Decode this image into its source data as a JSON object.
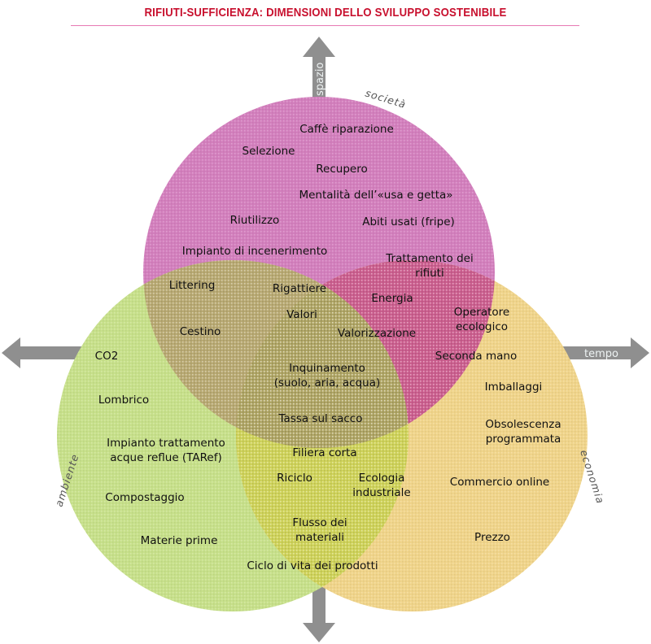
{
  "title": "RIFIUTI-SUFFICIENZA: DIMENSIONI DELLO SVILUPPO SOSTENIBILE",
  "colors": {
    "title": "#c8102e",
    "rule": "#e77ab3",
    "society": "#d37fbd",
    "environment": "#c7e08a",
    "economy": "#f0d48a",
    "society_environment": "#b9aa73",
    "society_economy": "#cc5f8f",
    "environment_economy": "#cfd35a",
    "center": "#b1a766",
    "arrow": "#8f8f8f"
  },
  "axes": {
    "up": {
      "icon": "arrow-up-icon",
      "label": "spazio"
    },
    "left": {
      "icon": "arrow-left-icon",
      "label": ""
    },
    "right": {
      "icon": "arrow-right-icon",
      "label": "tempo"
    },
    "down": {
      "icon": "arrow-down-icon",
      "label": ""
    }
  },
  "dimensions": {
    "society": "società",
    "environment": "ambiente",
    "economy": "economia"
  },
  "items": [
    {
      "lines": [
        "Caffè riparazione"
      ],
      "set": "society"
    },
    {
      "lines": [
        "Selezione"
      ],
      "set": "society"
    },
    {
      "lines": [
        "Recupero"
      ],
      "set": "society"
    },
    {
      "lines": [
        "Mentalità dell’«usa e getta»"
      ],
      "set": "society"
    },
    {
      "lines": [
        "Riutilizzo"
      ],
      "set": "society"
    },
    {
      "lines": [
        "Abiti usati (fripe)"
      ],
      "set": "society"
    },
    {
      "lines": [
        "Impianto di incenerimento"
      ],
      "set": "society"
    },
    {
      "lines": [
        "Trattamento dei",
        "rifiuti"
      ],
      "set": "society"
    },
    {
      "lines": [
        "Littering"
      ],
      "set": "society-environment"
    },
    {
      "lines": [
        "Rigattiere"
      ],
      "set": "society-environment"
    },
    {
      "lines": [
        "Energia"
      ],
      "set": "society-economy"
    },
    {
      "lines": [
        "Valori"
      ],
      "set": "society-environment"
    },
    {
      "lines": [
        "Cestino"
      ],
      "set": "society-environment"
    },
    {
      "lines": [
        "Valorizzazione"
      ],
      "set": "society-economy"
    },
    {
      "lines": [
        "Operatore",
        "ecologico"
      ],
      "set": "society-economy"
    },
    {
      "lines": [
        "CO2"
      ],
      "set": "environment"
    },
    {
      "lines": [
        "Seconda mano"
      ],
      "set": "society-economy"
    },
    {
      "lines": [
        "Inquinamento",
        "(suolo, aria, acqua)"
      ],
      "set": "all"
    },
    {
      "lines": [
        "Imballaggi"
      ],
      "set": "economy"
    },
    {
      "lines": [
        "Lombrico"
      ],
      "set": "environment"
    },
    {
      "lines": [
        "Tassa sul sacco"
      ],
      "set": "all"
    },
    {
      "lines": [
        "Obsolescenza",
        "programmata"
      ],
      "set": "economy"
    },
    {
      "lines": [
        "Impianto trattamento",
        "acque reflue (TARef)"
      ],
      "set": "environment"
    },
    {
      "lines": [
        "Filiera corta"
      ],
      "set": "environment-economy"
    },
    {
      "lines": [
        "Riciclo"
      ],
      "set": "environment-economy"
    },
    {
      "lines": [
        "Ecologia",
        "industriale"
      ],
      "set": "environment-economy"
    },
    {
      "lines": [
        "Commercio online"
      ],
      "set": "economy"
    },
    {
      "lines": [
        "Compostaggio"
      ],
      "set": "environment"
    },
    {
      "lines": [
        "Flusso dei",
        "materiali"
      ],
      "set": "environment-economy"
    },
    {
      "lines": [
        "Prezzo"
      ],
      "set": "economy"
    },
    {
      "lines": [
        "Materie prime"
      ],
      "set": "environment"
    },
    {
      "lines": [
        "Ciclo di vita dei prodotti"
      ],
      "set": "environment-economy"
    }
  ]
}
